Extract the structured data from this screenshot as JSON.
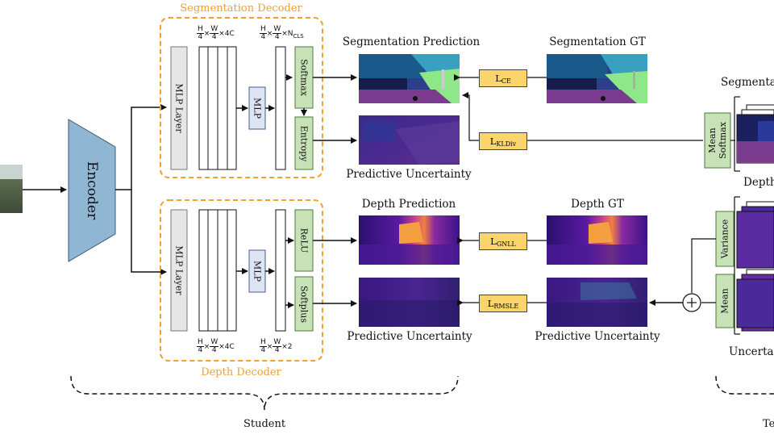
{
  "student": {
    "encoder_label": "Encoder",
    "student_label": "Student",
    "seg_decoder": {
      "title": "Segmentation Decoder",
      "mlp_layer_label": "MLP Layer",
      "mlp_label": "MLP",
      "softmax_label": "Softmax",
      "entropy_label": "Entropy",
      "dim_left": {
        "num1": "H",
        "den1": "4",
        "num2": "W",
        "den2": "4",
        "suffix": "×4C"
      },
      "dim_right": {
        "num1": "H",
        "den1": "4",
        "num2": "W",
        "den2": "4",
        "suffix": "×N",
        "suffix_sub": "CLS"
      }
    },
    "depth_decoder": {
      "title": "Depth Decoder",
      "mlp_layer_label": "MLP Layer",
      "mlp_label": "MLP",
      "relu_label": "ReLU",
      "softplus_label": "Softplus",
      "dim_left": {
        "num1": "H",
        "den1": "4",
        "num2": "W",
        "den2": "4",
        "suffix": "×4C"
      },
      "dim_right": {
        "num1": "H",
        "den1": "4",
        "num2": "W",
        "den2": "4",
        "suffix": "×2"
      }
    }
  },
  "outputs": {
    "seg_prediction": "Segmentation Prediction",
    "seg_gt": "Segmentation GT",
    "seg_uncertainty": "Predictive Uncertainty",
    "depth_prediction": "Depth Prediction",
    "depth_gt": "Depth GT",
    "depth_uncertainty": "Predictive Uncertainty",
    "teacher_uncertainty": "Predictive Uncertainty"
  },
  "losses": {
    "ce": {
      "main": "L",
      "sub": "CE"
    },
    "kldiv": {
      "main": "L",
      "sub": "KLDiv"
    },
    "gnll": {
      "main": "L",
      "sub": "GNLL"
    },
    "rmsle": {
      "main": "L",
      "sub": "RMSLE"
    }
  },
  "teacher": {
    "mean_softmax_label": "Mean\nSoftmax",
    "variance_label": "Variance",
    "mean_label": "Mean",
    "seg_partial": "Segmentat",
    "depth_partial": "Depth",
    "uncert_partial": "Uncerta",
    "teacher_partial": "Te"
  },
  "colors": {
    "encoder_fill": "#8fb6d3",
    "decoder_border": "#f0a030",
    "green_box": "#c8e2b8",
    "mlp_box": "#dfe4f4",
    "gray_box": "#e6e6e6",
    "loss_fill": "#fbd56b"
  }
}
